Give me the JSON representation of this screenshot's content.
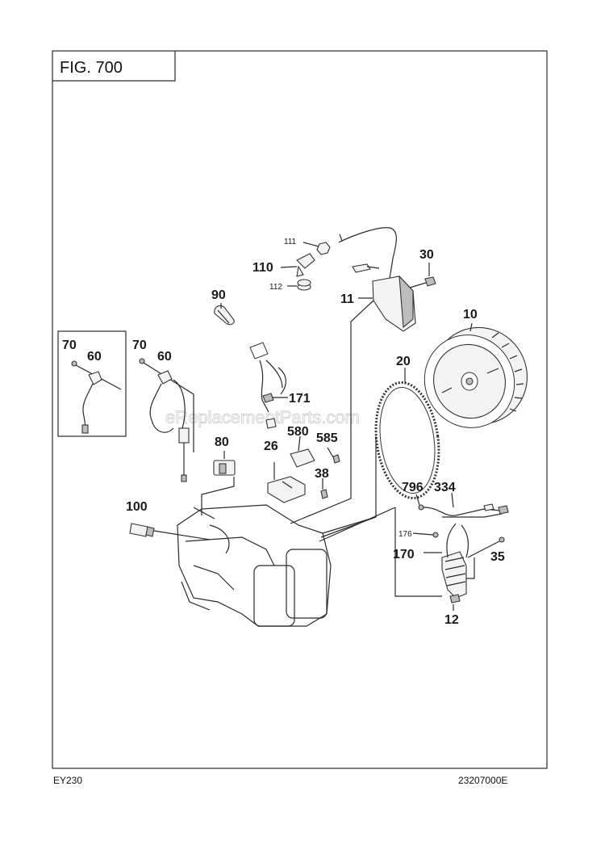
{
  "figure": {
    "title": "FIG. 700",
    "model": "EY230",
    "drawing_number": "23207000E",
    "watermark": "eReplacementParts.com"
  },
  "callouts": [
    {
      "id": "c111",
      "label": "111"
    },
    {
      "id": "c110",
      "label": "110"
    },
    {
      "id": "c112",
      "label": "112"
    },
    {
      "id": "c90",
      "label": "90"
    },
    {
      "id": "c11",
      "label": "11"
    },
    {
      "id": "c30",
      "label": "30"
    },
    {
      "id": "c10",
      "label": "10"
    },
    {
      "id": "c20",
      "label": "20"
    },
    {
      "id": "c70a",
      "label": "70"
    },
    {
      "id": "c60a",
      "label": "60"
    },
    {
      "id": "c70b",
      "label": "70"
    },
    {
      "id": "c60b",
      "label": "60"
    },
    {
      "id": "c171",
      "label": "171"
    },
    {
      "id": "c580",
      "label": "580"
    },
    {
      "id": "c26",
      "label": "26"
    },
    {
      "id": "c585",
      "label": "585"
    },
    {
      "id": "c80",
      "label": "80"
    },
    {
      "id": "c38",
      "label": "38"
    },
    {
      "id": "c796",
      "label": "796"
    },
    {
      "id": "c334",
      "label": "334"
    },
    {
      "id": "c100",
      "label": "100"
    },
    {
      "id": "c176",
      "label": "176"
    },
    {
      "id": "c170",
      "label": "170"
    },
    {
      "id": "c35",
      "label": "35"
    },
    {
      "id": "c12",
      "label": "12"
    }
  ]
}
